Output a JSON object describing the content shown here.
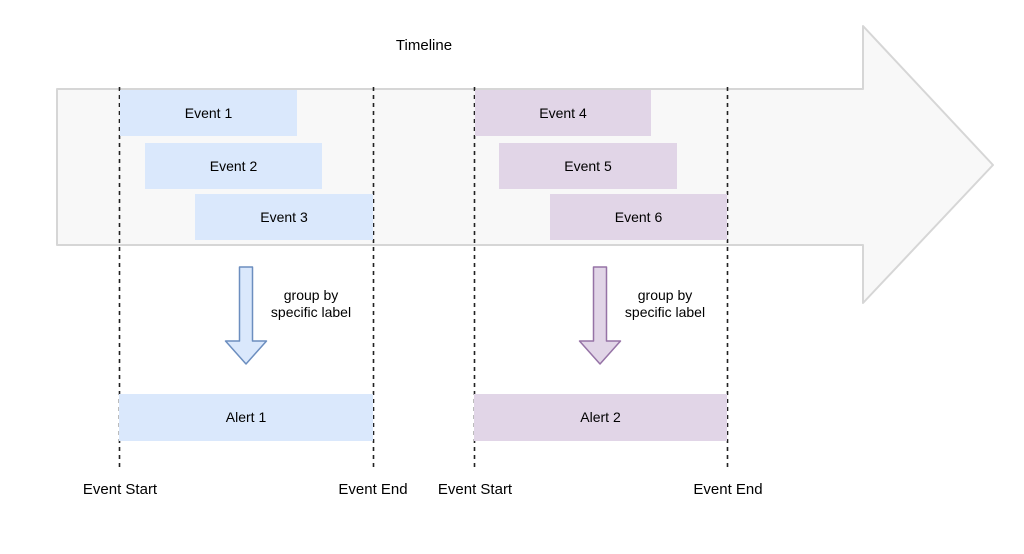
{
  "diagram": {
    "title": "Timeline"
  },
  "colors": {
    "timeline_arrow_fill": "#f8f8f8",
    "timeline_arrow_stroke": "#d6d6d6",
    "blue_fill": "#dae8fc",
    "blue_stroke": "#6c8ebf",
    "purple_fill": "#e1d5e7",
    "purple_stroke": "#9673a6",
    "dashed_line": "#222222"
  },
  "groups": [
    {
      "name": "blue-group",
      "events": [
        {
          "label": "Event 1"
        },
        {
          "label": "Event 2"
        },
        {
          "label": "Event 3"
        }
      ],
      "caption_line1": "group by",
      "caption_line2": "specific label",
      "alert": "Alert 1",
      "start_label": "Event Start",
      "end_label": "Event End"
    },
    {
      "name": "purple-group",
      "events": [
        {
          "label": "Event 4"
        },
        {
          "label": "Event 5"
        },
        {
          "label": "Event 6"
        }
      ],
      "caption_line1": "group by",
      "caption_line2": "specific label",
      "alert": "Alert 2",
      "start_label": "Event Start",
      "end_label": "Event End"
    }
  ]
}
